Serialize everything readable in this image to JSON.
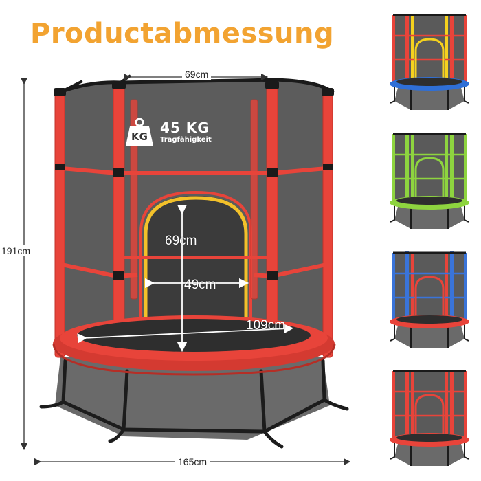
{
  "title": "Productabmessung",
  "dimensions": {
    "top_width": "69cm",
    "height_total": "191cm",
    "door_height": "69cm",
    "door_width": "49cm",
    "mat_diameter": "109cm",
    "base_width": "165cm"
  },
  "load": {
    "badge": "KG",
    "value": "45 KG",
    "label": "Tragfähigkeit"
  },
  "colors": {
    "title": "#f2a331",
    "frame_red": "#e8443a",
    "net": "#4a4a4a",
    "variants": [
      "#2f6fd6",
      "#7fd13b",
      "#2f6fd6",
      "#e8443a"
    ]
  },
  "variants": [
    {
      "name": "blue-red-yellow",
      "pole": "#e8443a",
      "ring": "#2f6fd6",
      "accent": "#f5d21e"
    },
    {
      "name": "green",
      "pole": "#8ed43f",
      "ring": "#8ed43f",
      "accent": "#8ed43f"
    },
    {
      "name": "blue-red",
      "pole": "#3a74d9",
      "ring": "#e8443a",
      "accent": "#e8443a"
    },
    {
      "name": "red",
      "pole": "#e8443a",
      "ring": "#e8443a",
      "accent": "#e8443a"
    }
  ]
}
